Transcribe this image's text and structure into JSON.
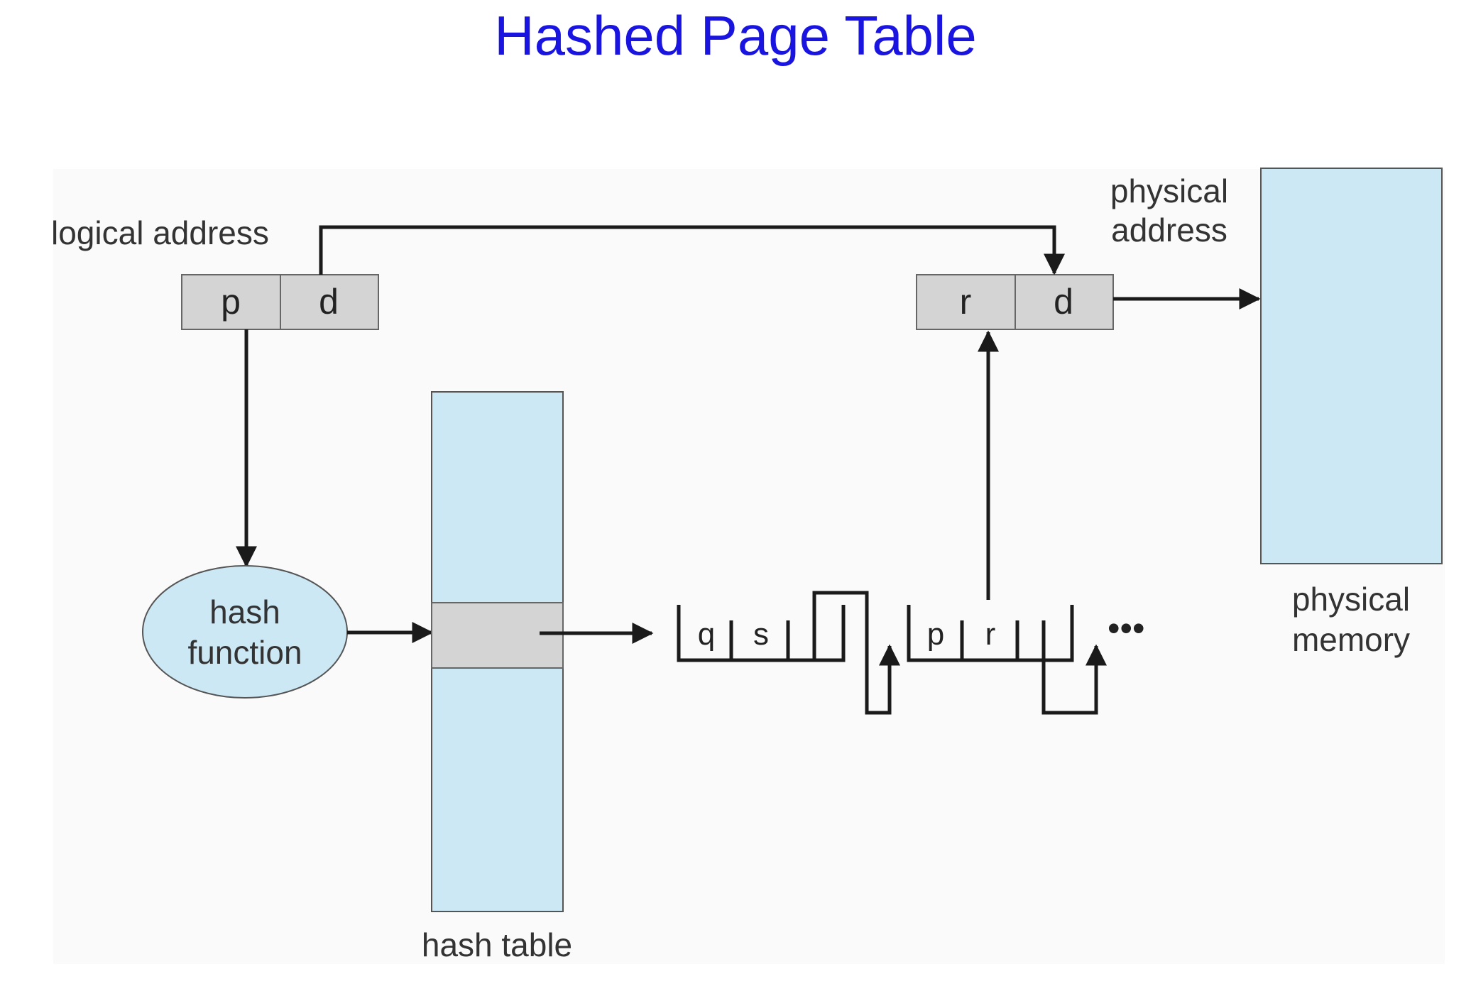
{
  "title": "Hashed Page Table",
  "labels": {
    "logical_address": "logical address",
    "physical_address_line1": "physical",
    "physical_address_line2": "address",
    "hash_function_line1": "hash",
    "hash_function_line2": "function",
    "hash_table": "hash table",
    "physical_memory_line1": "physical",
    "physical_memory_line2": "memory"
  },
  "logical_address_fields": [
    "p",
    "d"
  ],
  "physical_address_fields": [
    "r",
    "d"
  ],
  "chain": {
    "entry1": [
      "q",
      "s"
    ],
    "entry2": [
      "p",
      "r"
    ],
    "continuation": "•••"
  },
  "colors": {
    "title": "#1a14e0",
    "memory_fill": "#cde8f5",
    "field_fill": "#d4d4d4",
    "panel_bg": "#fafafa"
  }
}
